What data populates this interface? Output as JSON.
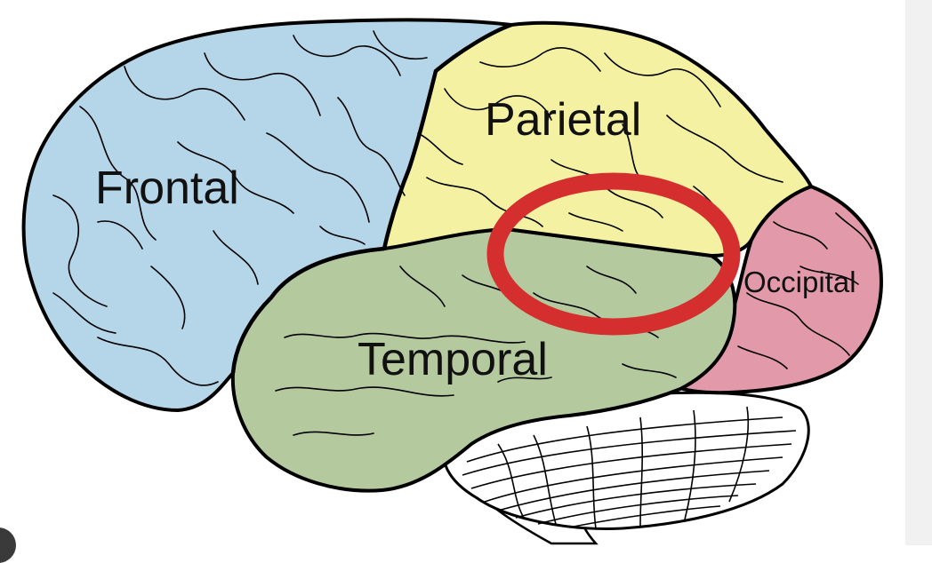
{
  "diagram": {
    "labels": {
      "frontal": "Frontal",
      "parietal": "Parietal",
      "temporal": "Temporal",
      "occipital": "Occipital"
    },
    "colors": {
      "frontal": "#b5d6e8",
      "parietal": "#f4f2a2",
      "temporal": "#b5c99e",
      "occipital": "#e29aab",
      "cerebellum": "#ffffff",
      "highlight_ring": "#d42e2e",
      "background": "#ffffff"
    },
    "highlight": {
      "shape": "ring",
      "target": "parietal-temporal junction"
    }
  }
}
